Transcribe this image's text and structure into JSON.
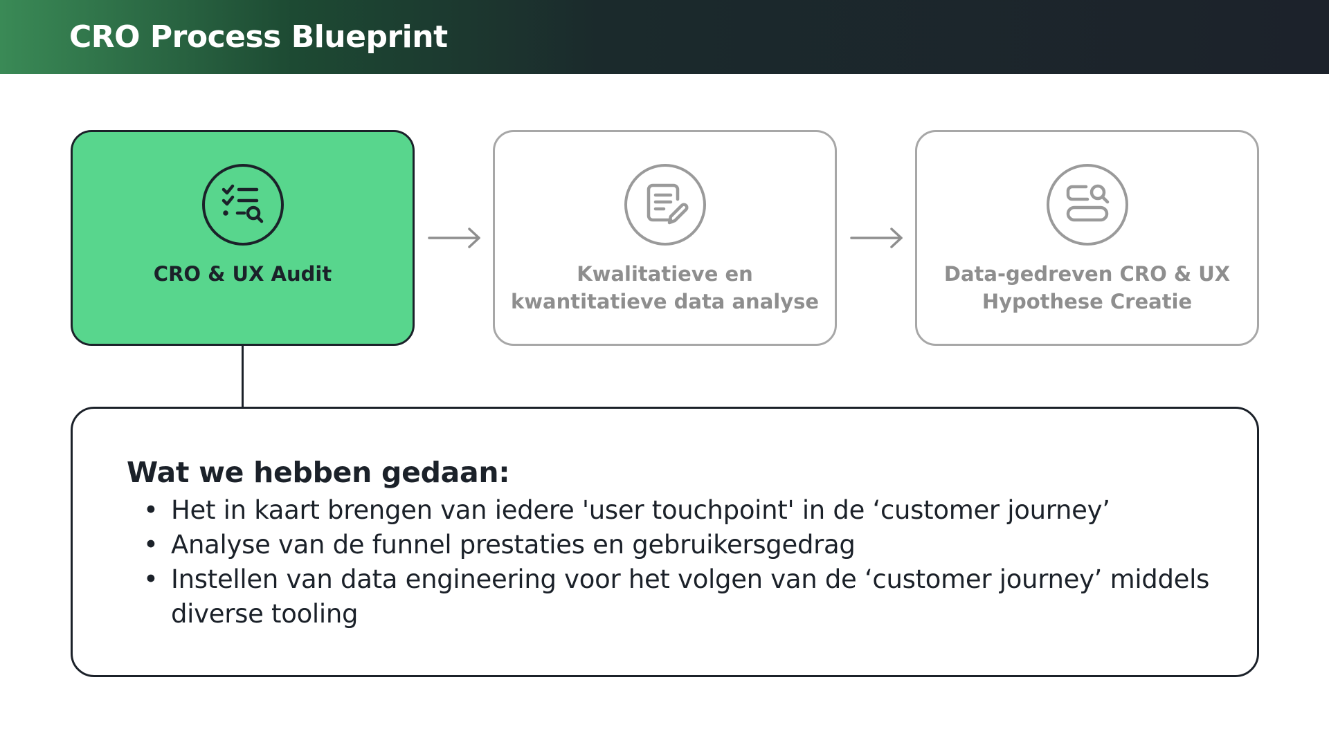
{
  "header": {
    "title": "CRO Process Blueprint"
  },
  "steps": [
    {
      "label": "CRO & UX Audit",
      "icon": "checklist-search-icon",
      "state": "active"
    },
    {
      "label": "Kwalitatieve en kwantitatieve data analyse",
      "icon": "document-edit-icon",
      "state": "inactive"
    },
    {
      "label": "Data-gedreven CRO & UX Hypothese Creatie",
      "icon": "form-search-icon",
      "state": "inactive"
    }
  ],
  "details": {
    "title": "Wat we hebben gedaan:",
    "items": [
      "Het in kaart brengen van iedere 'user touchpoint' in de ‘customer journey’",
      "Analyse van de funnel prestaties en gebruikersgedrag",
      "Instellen van data engineering voor het volgen van de ‘customer journey’ middels diverse tooling"
    ]
  },
  "colors": {
    "active_fill": "#58d68d",
    "dark": "#1b2129",
    "inactive_gray": "#9a9a9a",
    "header_green": "#3a8a56"
  }
}
